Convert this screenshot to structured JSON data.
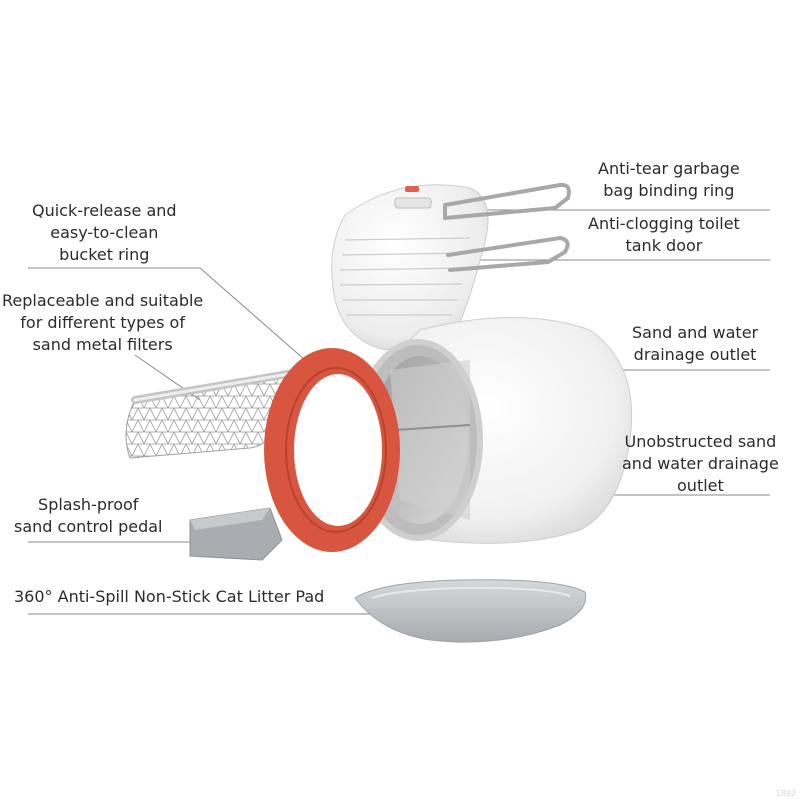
{
  "labels": {
    "bag_ring": [
      "Anti-tear garbage",
      "bag binding ring"
    ],
    "bucket_ring": [
      "Quick-release and",
      "easy-to-clean",
      "bucket ring"
    ],
    "tank_door": [
      "Anti-clogging toilet",
      "tank door"
    ],
    "filters": [
      "Replaceable and suitable",
      "for different types of",
      "sand metal filters"
    ],
    "sand_outlet": [
      "Sand and water",
      "drainage outlet"
    ],
    "unobstructed": [
      "Unobstructed sand",
      "and water drainage",
      "outlet"
    ],
    "pedal": [
      "Splash-proof",
      "sand control pedal"
    ],
    "pad": [
      "360° Anti-Spill Non-Stick Cat Litter Pad"
    ]
  },
  "colors": {
    "ring": "#d8553f",
    "body": "#f2f2f2",
    "shadow": "#c9c9c9",
    "line": "#8a8a8a",
    "pad": "#b9bdc1",
    "pedal": "#a9adb1"
  },
  "watermark": "1892"
}
